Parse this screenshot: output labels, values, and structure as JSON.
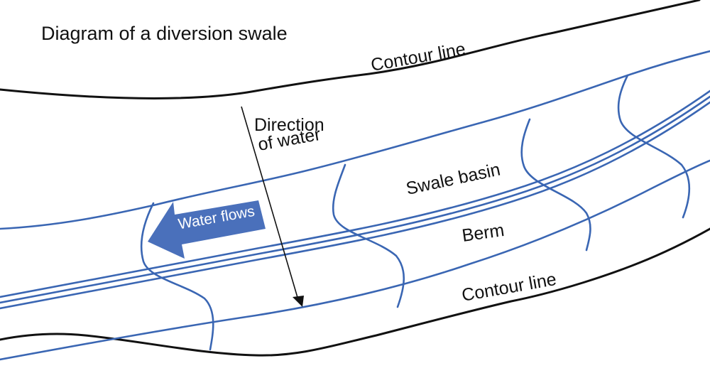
{
  "title": "Diagram of a diversion swale",
  "labels": {
    "contour_top": "Contour line",
    "contour_bottom": "Contour line",
    "direction_line1": "Direction",
    "direction_line2": "of water",
    "swale_basin": "Swale basin",
    "berm": "Berm",
    "water_flows": "Water flows"
  },
  "colors": {
    "swale_blue": "#3a66b3",
    "arrow_blue": "#4a70bb",
    "contour_black": "#111111"
  }
}
